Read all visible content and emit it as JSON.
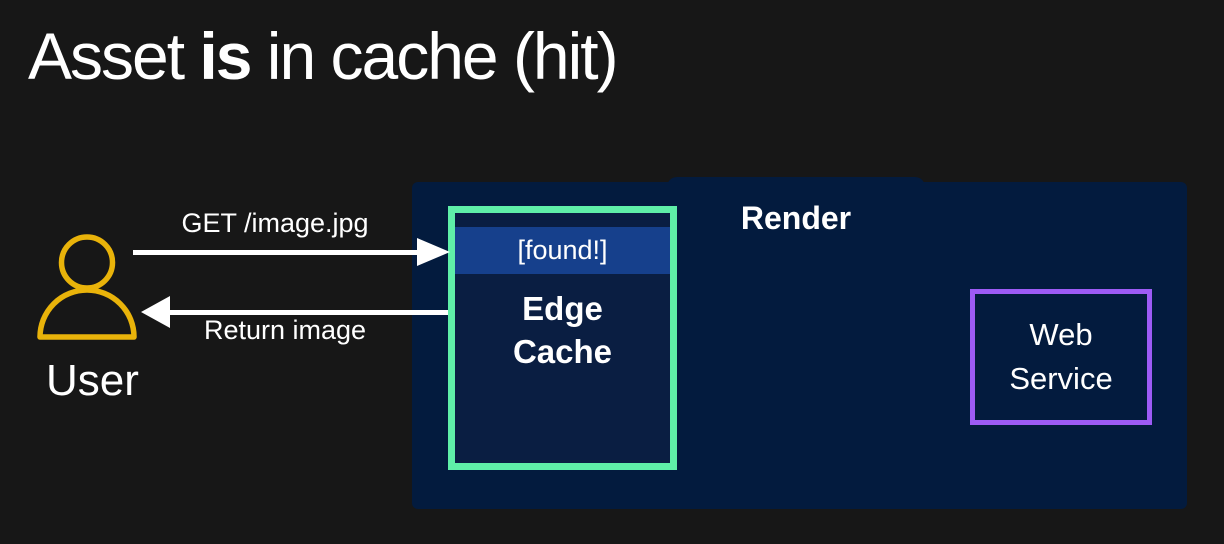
{
  "title": {
    "pre": "Asset ",
    "emphasis": "is",
    "post": " in cache (hit)"
  },
  "user": {
    "label": "User",
    "icon": "person-icon",
    "icon_color": "#E9B30A"
  },
  "flows": {
    "request": {
      "label": "GET /image.jpg",
      "direction": "right",
      "color": "#FFFFFF"
    },
    "response": {
      "label": "Return image",
      "direction": "left",
      "color": "#FFFFFF"
    }
  },
  "render_panel": {
    "title": "Render",
    "bg_color": "#031B3E",
    "edge_cache": {
      "status_badge": "[found!]",
      "status_bg_color": "#16408C",
      "label": "Edge Cache",
      "border_color": "#5FEFA8",
      "bg_color": "#0A1E42"
    },
    "web_service": {
      "label": "Web Service",
      "border_color": "#9D5BF5"
    }
  },
  "page": {
    "bg_color": "#171717"
  }
}
